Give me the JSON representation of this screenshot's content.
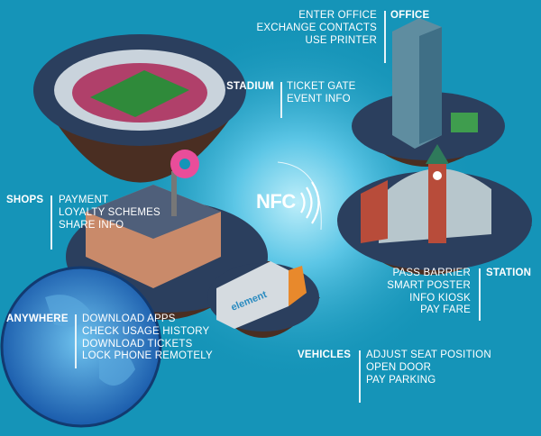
{
  "center": {
    "label": "NFC"
  },
  "truck_logo": "element",
  "colors": {
    "background": "#1594b8",
    "glow": "#7fd6ef",
    "island_top": "#2b3f5e",
    "island_side": "#4a2e22",
    "text": "#ffffff"
  },
  "sections": {
    "office": {
      "title": "OFFICE",
      "items": [
        "ENTER OFFICE",
        "EXCHANGE CONTACTS",
        "USE PRINTER"
      ]
    },
    "stadium": {
      "title": "STADIUM",
      "items": [
        "TICKET GATE",
        "EVENT INFO"
      ]
    },
    "shops": {
      "title": "SHOPS",
      "items": [
        "PAYMENT",
        "LOYALTY SCHEMES",
        "SHARE INFO"
      ]
    },
    "station": {
      "title": "STATION",
      "items": [
        "PASS BARRIER",
        "SMART POSTER",
        "INFO KIOSK",
        "PAY FARE"
      ]
    },
    "anywhere": {
      "title": "ANYWHERE",
      "items": [
        "DOWNLOAD APPS",
        "CHECK USAGE HISTORY",
        "DOWNLOAD TICKETS",
        "LOCK PHONE REMOTELY"
      ]
    },
    "vehicles": {
      "title": "VEHICLES",
      "items": [
        "ADJUST SEAT POSITION",
        "OPEN DOOR",
        "PAY PARKING"
      ]
    }
  }
}
